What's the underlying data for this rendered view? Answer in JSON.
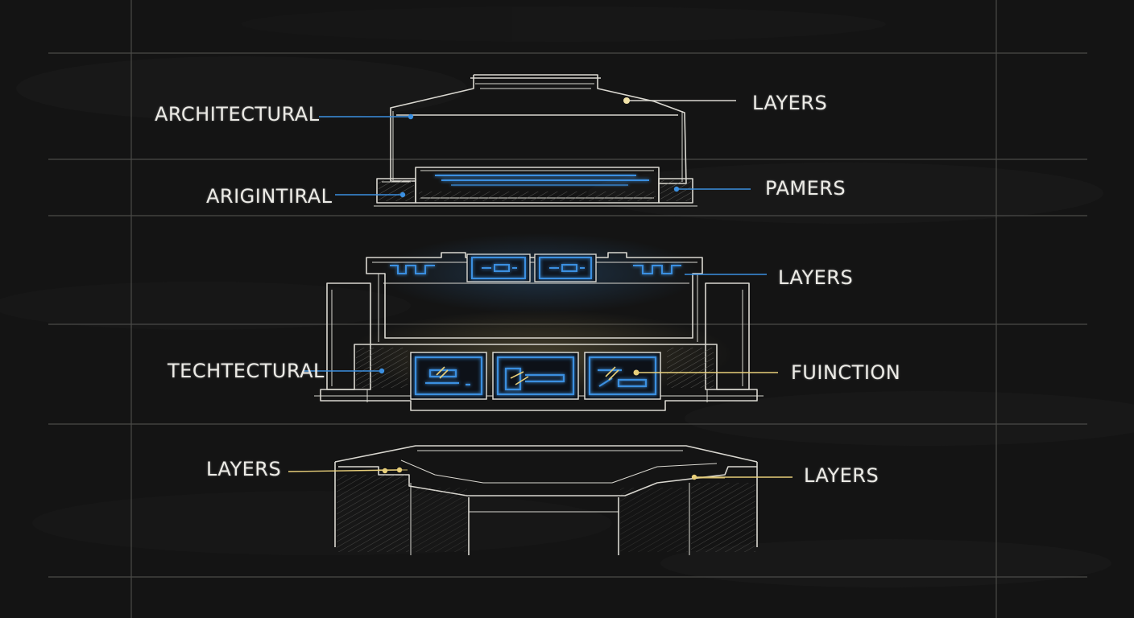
{
  "colors": {
    "board": "#141414",
    "chalk": "#d9d7d0",
    "blue": "#3b8fe0",
    "yellow": "#e8cf7a"
  },
  "labels": {
    "top_left_1": "ARCHITECTURAL",
    "top_left_2": "ARIGINTIRAL",
    "top_right_1": "LAYERS",
    "top_right_2": "PAMERS",
    "mid_right_1": "LAYERS",
    "mid_left_1": "TECHTECTURAL",
    "mid_right_2": "FUINCTION",
    "bot_left_1": "LAYERS",
    "bot_right_1": "LAYERS"
  }
}
